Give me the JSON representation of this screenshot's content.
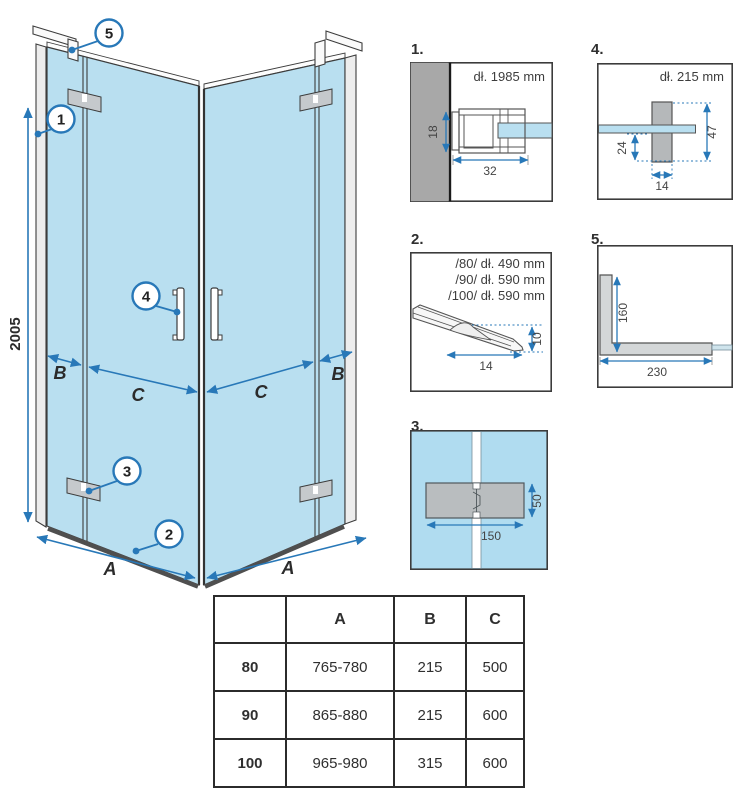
{
  "main": {
    "height": "2005",
    "dim_a": "A",
    "dim_b": "B",
    "dim_c": "C",
    "callout_1": "1",
    "callout_2": "2",
    "callout_3": "3",
    "callout_4": "4",
    "callout_5": "5"
  },
  "panels": {
    "p1": {
      "number": "1.",
      "title": "dł. 1985 mm",
      "dim_height": "18",
      "dim_width": "32"
    },
    "p2": {
      "number": "2.",
      "line_80": "/80/ dł. 490 mm",
      "line_90": "/90/ dł. 590 mm",
      "line_100": "/100/ dł. 590 mm",
      "dim_height": "10",
      "dim_width": "14"
    },
    "p3": {
      "number": "3.",
      "dim_width": "150",
      "dim_height": "50"
    },
    "p4": {
      "number": "4.",
      "title": "dł. 215 mm",
      "dim_offset": "24",
      "dim_height": "47",
      "dim_width": "14"
    },
    "p5": {
      "number": "5.",
      "dim_height": "160",
      "dim_width": "230"
    }
  },
  "table": {
    "headers": [
      "",
      "A",
      "B",
      "C"
    ],
    "rows": [
      [
        "80",
        "765-780",
        "215",
        "500"
      ],
      [
        "90",
        "865-880",
        "215",
        "600"
      ],
      [
        "100",
        "965-980",
        "315",
        "600"
      ]
    ]
  },
  "colors": {
    "glass_blue": "#b9dff0",
    "dimension_blue": "#2878b8",
    "wall_gray": "#a8a8a8",
    "hinge_gray": "#c5c9cc",
    "line_dark": "#3c3c3c"
  }
}
